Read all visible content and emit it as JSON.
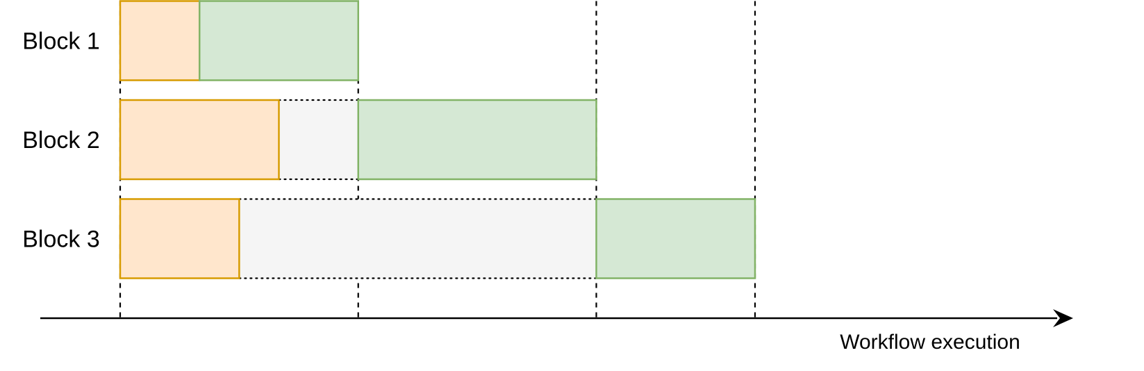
{
  "rows": [
    {
      "label": "Block 1",
      "segments": [
        {
          "kind": "prep",
          "t0": 0,
          "t1": 1
        },
        {
          "kind": "exec",
          "t0": 1,
          "t1": 3
        }
      ]
    },
    {
      "label": "Block 2",
      "segments": [
        {
          "kind": "prep",
          "t0": 0,
          "t1": 2
        },
        {
          "kind": "wait",
          "t0": 2,
          "t1": 3
        },
        {
          "kind": "exec",
          "t0": 3,
          "t1": 6
        }
      ]
    },
    {
      "label": "Block 3",
      "segments": [
        {
          "kind": "prep",
          "t0": 0,
          "t1": 1.5
        },
        {
          "kind": "wait",
          "t0": 1.5,
          "t1": 6
        },
        {
          "kind": "exec",
          "t0": 6,
          "t1": 8
        }
      ]
    }
  ],
  "guides": [
    0,
    3,
    6,
    8
  ],
  "axis": {
    "label": "Workflow execution"
  },
  "colors": {
    "prep_fill": "#ffe6cc",
    "prep_stroke": "#d79b00",
    "exec_fill": "#d5e8d4",
    "exec_stroke": "#82b366",
    "wait_fill": "#f5f5f5",
    "wait_stroke": "#000000",
    "axis": "#000000"
  }
}
